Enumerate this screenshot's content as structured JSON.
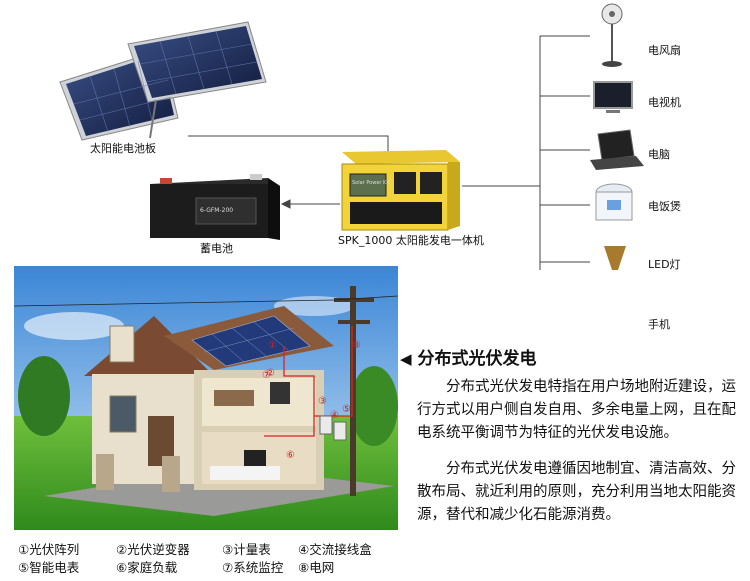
{
  "top": {
    "solar_panel_label": "太阳能电池板",
    "battery_label": "蓄电池",
    "battery_brand": "6-GFM-200",
    "controller_label": "SPK_1000 太阳能发电一体机",
    "controller_screen": "Solar Power Kit",
    "appliances": [
      {
        "label": "电风扇",
        "icon": "electric-fan-icon"
      },
      {
        "label": "电视机",
        "icon": "tv-icon"
      },
      {
        "label": "电脑",
        "icon": "laptop-icon"
      },
      {
        "label": "电饭煲",
        "icon": "rice-cooker-icon"
      },
      {
        "label": "LED灯",
        "icon": "led-bulb-icon"
      },
      {
        "label": "手机",
        "icon": "mobile-phone-icon"
      }
    ]
  },
  "section": {
    "title": "分布式光伏发电",
    "paragraphs": [
      "分布式光伏发电特指在用户场地附近建设，运行方式以用户侧自发自用、多余电量上网，且在配电系统平衡调节为特征的光伏发电设施。",
      "分布式光伏发电遵循因地制宜、清洁高效、分散布局、就近利用的原则，充分利用当地太阳能资源，替代和减少化石能源消费。"
    ]
  },
  "house_markers": [
    "①",
    "②",
    "③",
    "④",
    "⑤",
    "⑥",
    "⑦",
    "⑧"
  ],
  "legend": [
    "①光伏阵列",
    "②光伏逆变器",
    "③计量表",
    "④交流接线盒",
    "⑤智能电表",
    "⑥家庭负载",
    "⑦系统监控",
    "⑧电网"
  ]
}
